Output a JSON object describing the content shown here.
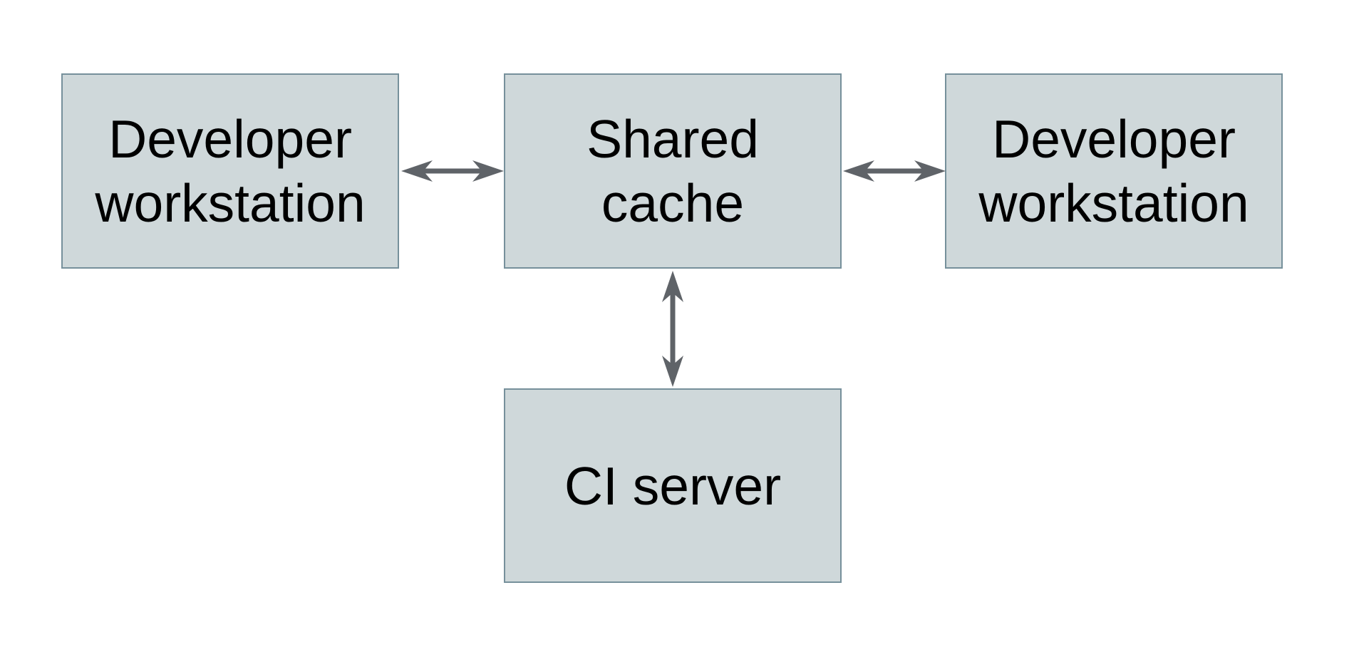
{
  "diagram": {
    "type": "architecture-diagram",
    "nodes": [
      {
        "id": "developer-workstation-left",
        "label": "Developer workstation",
        "lines": [
          "Developer",
          "workstation"
        ]
      },
      {
        "id": "shared-cache",
        "label": "Shared cache",
        "lines": [
          "Shared",
          "cache"
        ]
      },
      {
        "id": "developer-workstation-right",
        "label": "Developer workstation",
        "lines": [
          "Developer",
          "workstation"
        ]
      },
      {
        "id": "ci-server",
        "label": "CI server",
        "lines": [
          "CI server"
        ]
      }
    ],
    "edges": [
      {
        "from": "developer-workstation-left",
        "to": "shared-cache",
        "direction": "bidirectional",
        "orientation": "horizontal"
      },
      {
        "from": "shared-cache",
        "to": "developer-workstation-right",
        "direction": "bidirectional",
        "orientation": "horizontal"
      },
      {
        "from": "shared-cache",
        "to": "ci-server",
        "direction": "bidirectional",
        "orientation": "vertical"
      }
    ],
    "colors": {
      "background": "#ffffff",
      "node_fill": "#cfd8da",
      "node_border": "#76909b",
      "arrow": "#5f6368",
      "text": "#000000"
    }
  }
}
